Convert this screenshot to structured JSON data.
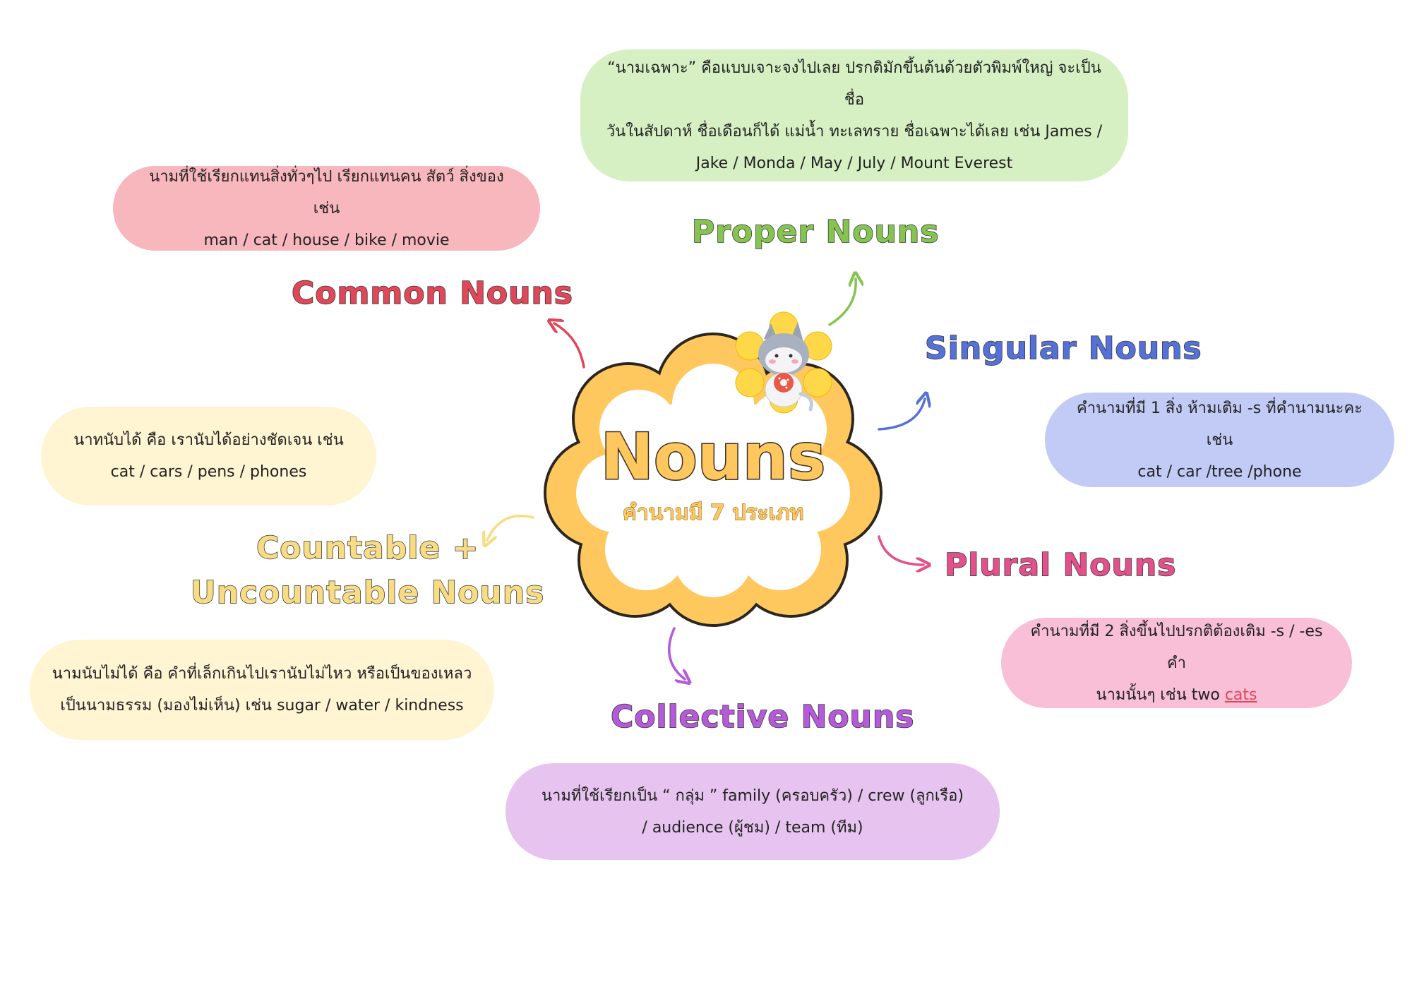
{
  "center": {
    "title": "Nouns",
    "subtitle": "คำนามมี 7 ประเภท"
  },
  "topics": {
    "proper": {
      "heading": "Proper Nouns",
      "lines": [
        "“นามเฉพาะ” คือแบบเจาะจงไปเลย ปรกติมักขึ้นต้นด้วยตัวพิมพ์ใหญ่ จะเป็นชื่อ",
        "วันในสัปดาห์ ชื่อเดือนก็ได้ แม่น้ำ ทะเลทราย ชื่อเฉพาะได้เลย เช่น James /",
        "Jake / Monda / May / July / Mount Everest"
      ]
    },
    "common": {
      "heading": "Common Nouns",
      "lines": [
        "นามที่ใช้เรียกแทนสิ่งทั่วๆไป เรียกแทนคน สัตว์ สิ่งของ เช่น",
        "man / cat / house / bike / movie"
      ]
    },
    "singular": {
      "heading": "Singular Nouns",
      "lines": [
        "คำนามที่มี 1 สิ่ง ห้ามเติม -s ที่คำนามนะคะ เช่น",
        "cat / car /tree /phone"
      ]
    },
    "countable": {
      "heading_line1": "Countable +",
      "heading_line2": "Uncountable Nouns",
      "countable_lines": [
        "นาทนับได้ คือ เรานับได้อย่างชัดเจน เช่น",
        "cat / cars / pens / phones"
      ],
      "uncountable_lines": [
        "นามนับไม่ได้ คือ คำที่เล็กเกินไปเรานับไม่ไหว หรือเป็นของเหลว",
        "เป็นนามธรรม (มองไม่เห็น) เช่น sugar / water / kindness"
      ]
    },
    "plural": {
      "heading": "Plural Nouns",
      "line1": "คำนามที่มี 2 สิ่งขึ้นไปปรกติต้องเติม -s / -es คำ",
      "line2_prefix": "นามนั้นๆ เช่น two ",
      "line2_highlight": "cats"
    },
    "collective": {
      "heading": "Collective Nouns",
      "lines": [
        "นามที่ใช้เรียกเป็น “ กลุ่ม ” family (ครอบครัว) / crew (ลูกเรือ)",
        "/ audience (ผู้ชม) / team (ทีม)"
      ]
    }
  },
  "colors": {
    "proper": "#86c451",
    "common": "#e04758",
    "singular": "#5471d8",
    "countable": "#f7dc84",
    "plural": "#e3508b",
    "collective": "#b55ad8",
    "cloud": "#ffc85e"
  },
  "icons": {
    "mascot": "cat-with-flower-holding-donut-icon"
  }
}
